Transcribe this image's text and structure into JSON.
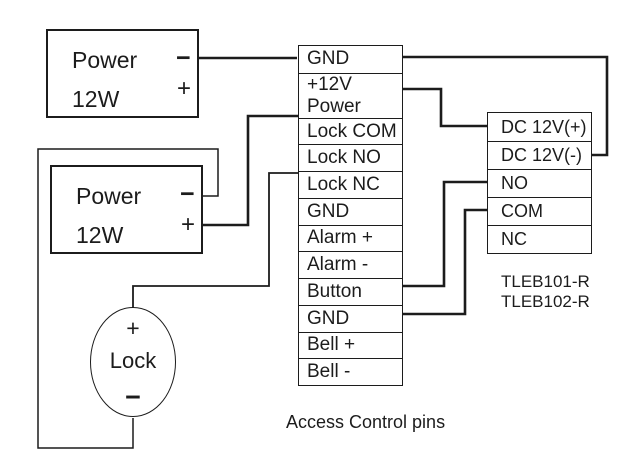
{
  "colors": {
    "line": "#1c1c1c",
    "background": "#ffffff"
  },
  "power_supply_1": {
    "title": "Power",
    "subtitle": "12W",
    "minus": "−",
    "plus": "+"
  },
  "power_supply_2": {
    "title": "Power",
    "subtitle": "12W",
    "minus": "−",
    "plus": "+"
  },
  "lock": {
    "label": "Lock",
    "plus": "+",
    "minus": "−"
  },
  "access_control": {
    "pins": [
      "GND",
      "+12V Power",
      "Lock COM",
      "Lock NO",
      "Lock NC",
      "GND",
      "Alarm +",
      "Alarm -",
      "Button",
      "GND",
      "Bell +",
      "Bell -"
    ],
    "caption": "Access Control pins"
  },
  "relay_board": {
    "pins": [
      "DC 12V(+)",
      "DC 12V(-)",
      "NO",
      "COM",
      "NC"
    ],
    "model_1": "TLEB101-R",
    "model_2": "TLEB102-R"
  }
}
